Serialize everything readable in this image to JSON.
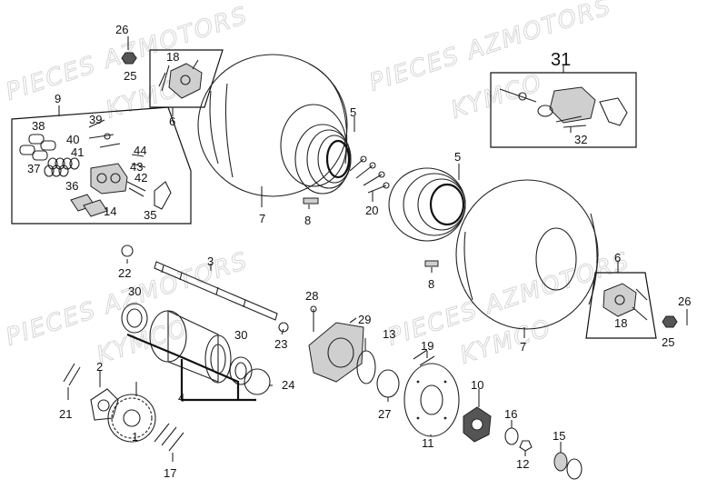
{
  "watermark": {
    "line1": "PIECES AZMOTORS",
    "line2": "KYMCO"
  },
  "callouts": [
    "1",
    "2",
    "3",
    "4",
    "5",
    "5",
    "6",
    "6",
    "7",
    "7",
    "8",
    "8",
    "9",
    "10",
    "11",
    "12",
    "13",
    "14",
    "15",
    "16",
    "17",
    "18",
    "18",
    "19",
    "20",
    "21",
    "22",
    "23",
    "24",
    "25",
    "25",
    "26",
    "26",
    "27",
    "28",
    "29",
    "30",
    "30",
    "31",
    "32",
    "35",
    "36",
    "37",
    "38",
    "39",
    "40",
    "41",
    "42",
    "43",
    "44"
  ]
}
